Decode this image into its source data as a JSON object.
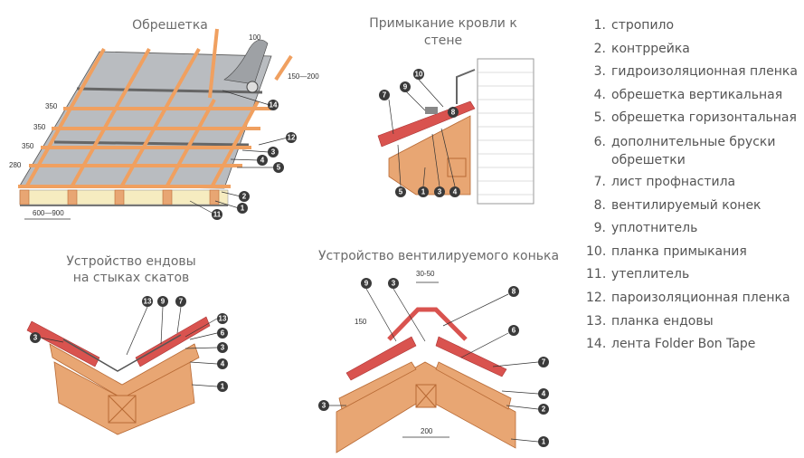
{
  "titles": {
    "lathing": "Обрешетка",
    "wall_junction_1": "Примыкание кровли к",
    "wall_junction_2": "стене",
    "valley_1": "Устройство ендовы",
    "valley_2": "на стыках скатов",
    "ridge": "Устройство вентилируемого конька"
  },
  "dimensions": {
    "lathing": [
      "350",
      "350",
      "350",
      "280",
      "600—900",
      "100",
      "150—200"
    ],
    "ridge": [
      "30-50",
      "150",
      "200"
    ]
  },
  "badges": {
    "lathing": [
      "14",
      "12",
      "3",
      "4",
      "5",
      "2",
      "1",
      "11"
    ],
    "wall_junction": [
      "10",
      "9",
      "7",
      "8",
      "5",
      "1",
      "3",
      "4"
    ],
    "valley": [
      "13",
      "9",
      "7",
      "13",
      "6",
      "3",
      "4",
      "1",
      "3"
    ],
    "ridge": [
      "9",
      "3",
      "8",
      "6",
      "7",
      "4",
      "2",
      "1",
      "3"
    ]
  },
  "colors": {
    "wood": "#e8a673",
    "tile": "#d9534f",
    "membrane": "#b9bcc0",
    "badge": "#3a3a3a"
  },
  "legend": [
    {
      "num": "1.",
      "text": "стропило"
    },
    {
      "num": "2.",
      "text": "контррейка"
    },
    {
      "num": "3.",
      "text": "гидроизоляционная пленка"
    },
    {
      "num": "4.",
      "text": "обрешетка вертикальная"
    },
    {
      "num": "5.",
      "text": "обрешетка горизонтальная"
    },
    {
      "num": "6.",
      "text": "дополнительные бруски",
      "cont": "обрешетки"
    },
    {
      "num": "7.",
      "text": "лист профнастила"
    },
    {
      "num": "8.",
      "text": "вентилируемый конек"
    },
    {
      "num": "9.",
      "text": "уплотнитель"
    },
    {
      "num": "10.",
      "text": "планка примыкания"
    },
    {
      "num": "11.",
      "text": "утеплитель"
    },
    {
      "num": "12.",
      "text": "пароизоляционная пленка"
    },
    {
      "num": "13.",
      "text": "планка ендовы"
    },
    {
      "num": "14.",
      "text": "лента Folder Bon Tape"
    }
  ]
}
